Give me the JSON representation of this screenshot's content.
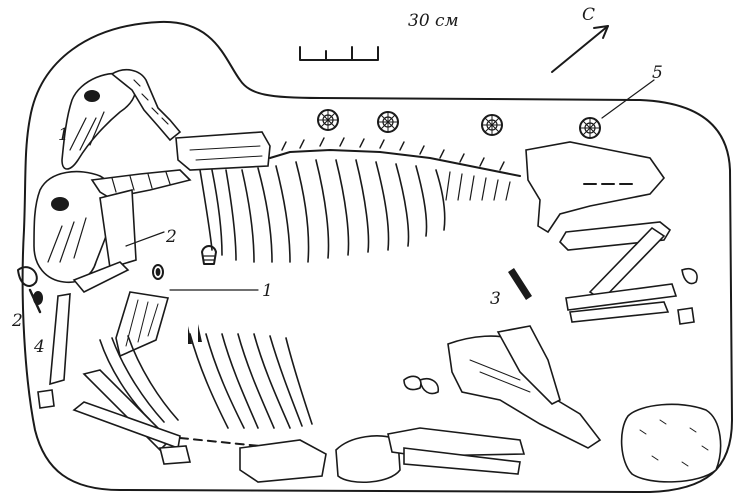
{
  "scale": {
    "label": "30 см"
  },
  "north": {
    "label": "С"
  },
  "labels": {
    "l1a": "1",
    "l1b": "1",
    "l2a": "2",
    "l2b": "2",
    "l3": "3",
    "l4": "4",
    "l5": "5"
  }
}
